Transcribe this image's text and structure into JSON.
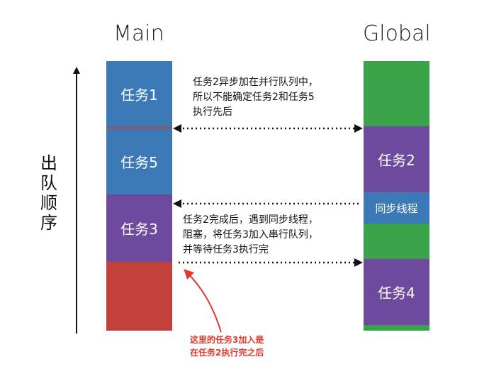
{
  "columns": {
    "main": {
      "title": "Main",
      "blocks": [
        {
          "label": "任务1",
          "color": "#3c7ab7"
        },
        {
          "label": "任务5",
          "color": "#3c7ab7"
        },
        {
          "label": "任务3",
          "color": "#6e4a9e"
        },
        {
          "label": "",
          "color": "#c2413b"
        }
      ]
    },
    "global": {
      "title": "Global",
      "blocks": [
        {
          "label": "",
          "color": "#3aa34a"
        },
        {
          "label": "任务2",
          "color": "#6e4a9e"
        },
        {
          "label": "同步线程",
          "color": "#3c7ab7"
        },
        {
          "label": "",
          "color": "#3aa34a"
        },
        {
          "label": "任务4",
          "color": "#6e4a9e"
        },
        {
          "label": "",
          "color": "#3aa34a"
        }
      ]
    }
  },
  "axis": {
    "label_chars": [
      "出",
      "队",
      "顺",
      "序"
    ]
  },
  "notes": {
    "top": [
      "任务2异步加在并行队列中，",
      "所以不能确定任务2和任务5",
      "执行先后"
    ],
    "middle": [
      "任务2完成后，遇到同步线程，",
      "阻塞，将任务3加入串行队列，",
      "并等待任务3执行完"
    ],
    "red": [
      "这里的任务3加入是",
      "在任务2执行完之后"
    ]
  },
  "colors": {
    "accent_red": "#e03a2f",
    "arrow": "#111111"
  }
}
